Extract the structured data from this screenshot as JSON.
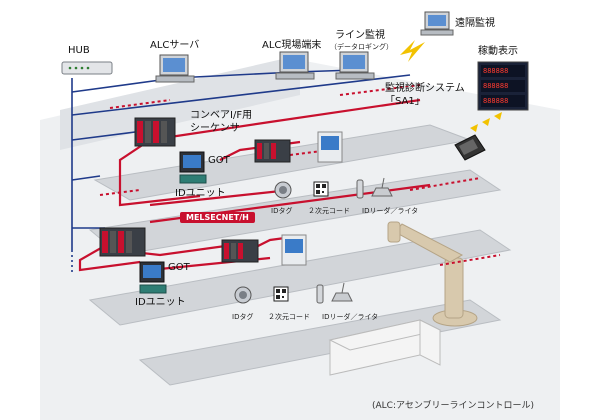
{
  "labels": {
    "hub": "HUB",
    "alc_server": "ALCサーバ",
    "alc_terminal": "ALC現場端末",
    "line_monitor": "ライン監視",
    "line_monitor_sub": "（データロギング）",
    "remote_monitor": "遠隔監視",
    "operation_display": "稼動表示",
    "diag_system": "監視診断システム",
    "diag_system_sub": "「SA1」",
    "conveyor_seq_1": "コンベアI/F用",
    "conveyor_seq_2": "シーケンサ",
    "got_top": "GOT",
    "id_unit_top": "IDユニット",
    "network": "MELSECNET/H",
    "got_bottom": "GOT",
    "id_unit_bottom": "IDユニット",
    "id_tag_top": "IDタグ",
    "qr_code_top": "２次元コード",
    "reader_top": "IDリーダ／ライタ",
    "id_tag_bottom": "IDタグ",
    "qr_code_bottom": "２次元コード",
    "reader_bottom": "IDリーダ／ライタ",
    "footnote": "(ALC:アセンブリーラインコントロール)"
  },
  "display_digits": [
    "888888",
    "888888",
    "888888"
  ],
  "colors": {
    "network_red": "#c8102e",
    "ethernet_blue": "#1f3a8a",
    "floor_gray": "#e6e8ea",
    "machine_gray": "#c9ccd0"
  }
}
